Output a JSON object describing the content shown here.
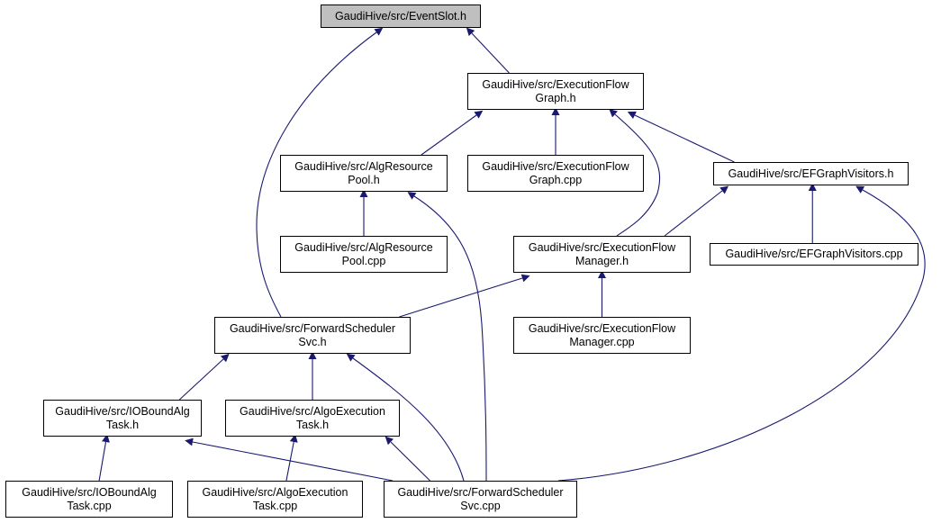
{
  "colors": {
    "edge": "#191970",
    "root_fill": "#bfbfbf",
    "node_fill": "#ffffff"
  },
  "nodes": [
    {
      "id": "eventslot_h",
      "label": "GaudiHive/src/EventSlot.h",
      "root": true
    },
    {
      "id": "efg_h",
      "label": "GaudiHive/src/ExecutionFlow\nGraph.h"
    },
    {
      "id": "arp_h",
      "label": "GaudiHive/src/AlgResource\nPool.h"
    },
    {
      "id": "efg_cpp",
      "label": "GaudiHive/src/ExecutionFlow\nGraph.cpp"
    },
    {
      "id": "efgv_h",
      "label": "GaudiHive/src/EFGraphVisitors.h"
    },
    {
      "id": "arp_cpp",
      "label": "GaudiHive/src/AlgResource\nPool.cpp"
    },
    {
      "id": "efm_h",
      "label": "GaudiHive/src/ExecutionFlow\nManager.h"
    },
    {
      "id": "efgv_cpp",
      "label": "GaudiHive/src/EFGraphVisitors.cpp"
    },
    {
      "id": "fss_h",
      "label": "GaudiHive/src/ForwardScheduler\nSvc.h"
    },
    {
      "id": "efm_cpp",
      "label": "GaudiHive/src/ExecutionFlow\nManager.cpp"
    },
    {
      "id": "iob_h",
      "label": "GaudiHive/src/IOBoundAlg\nTask.h"
    },
    {
      "id": "aet_h",
      "label": "GaudiHive/src/AlgoExecution\nTask.h"
    },
    {
      "id": "iob_cpp",
      "label": "GaudiHive/src/IOBoundAlg\nTask.cpp"
    },
    {
      "id": "aet_cpp",
      "label": "GaudiHive/src/AlgoExecution\nTask.cpp"
    },
    {
      "id": "fss_cpp",
      "label": "GaudiHive/src/ForwardScheduler\nSvc.cpp"
    }
  ],
  "edges": [
    [
      "eventslot_h",
      "efg_h"
    ],
    [
      "eventslot_h",
      "fss_h"
    ],
    [
      "efg_h",
      "arp_h"
    ],
    [
      "efg_h",
      "efg_cpp"
    ],
    [
      "efg_h",
      "efgv_h"
    ],
    [
      "efg_h",
      "efm_h"
    ],
    [
      "arp_h",
      "arp_cpp"
    ],
    [
      "arp_h",
      "fss_cpp"
    ],
    [
      "efgv_h",
      "efm_h"
    ],
    [
      "efgv_h",
      "efgv_cpp"
    ],
    [
      "efgv_h",
      "fss_cpp"
    ],
    [
      "efm_h",
      "fss_h"
    ],
    [
      "efm_h",
      "efm_cpp"
    ],
    [
      "fss_h",
      "iob_h"
    ],
    [
      "fss_h",
      "aet_h"
    ],
    [
      "fss_h",
      "fss_cpp"
    ],
    [
      "iob_h",
      "iob_cpp"
    ],
    [
      "iob_h",
      "fss_cpp"
    ],
    [
      "aet_h",
      "aet_cpp"
    ],
    [
      "aet_h",
      "fss_cpp"
    ]
  ]
}
